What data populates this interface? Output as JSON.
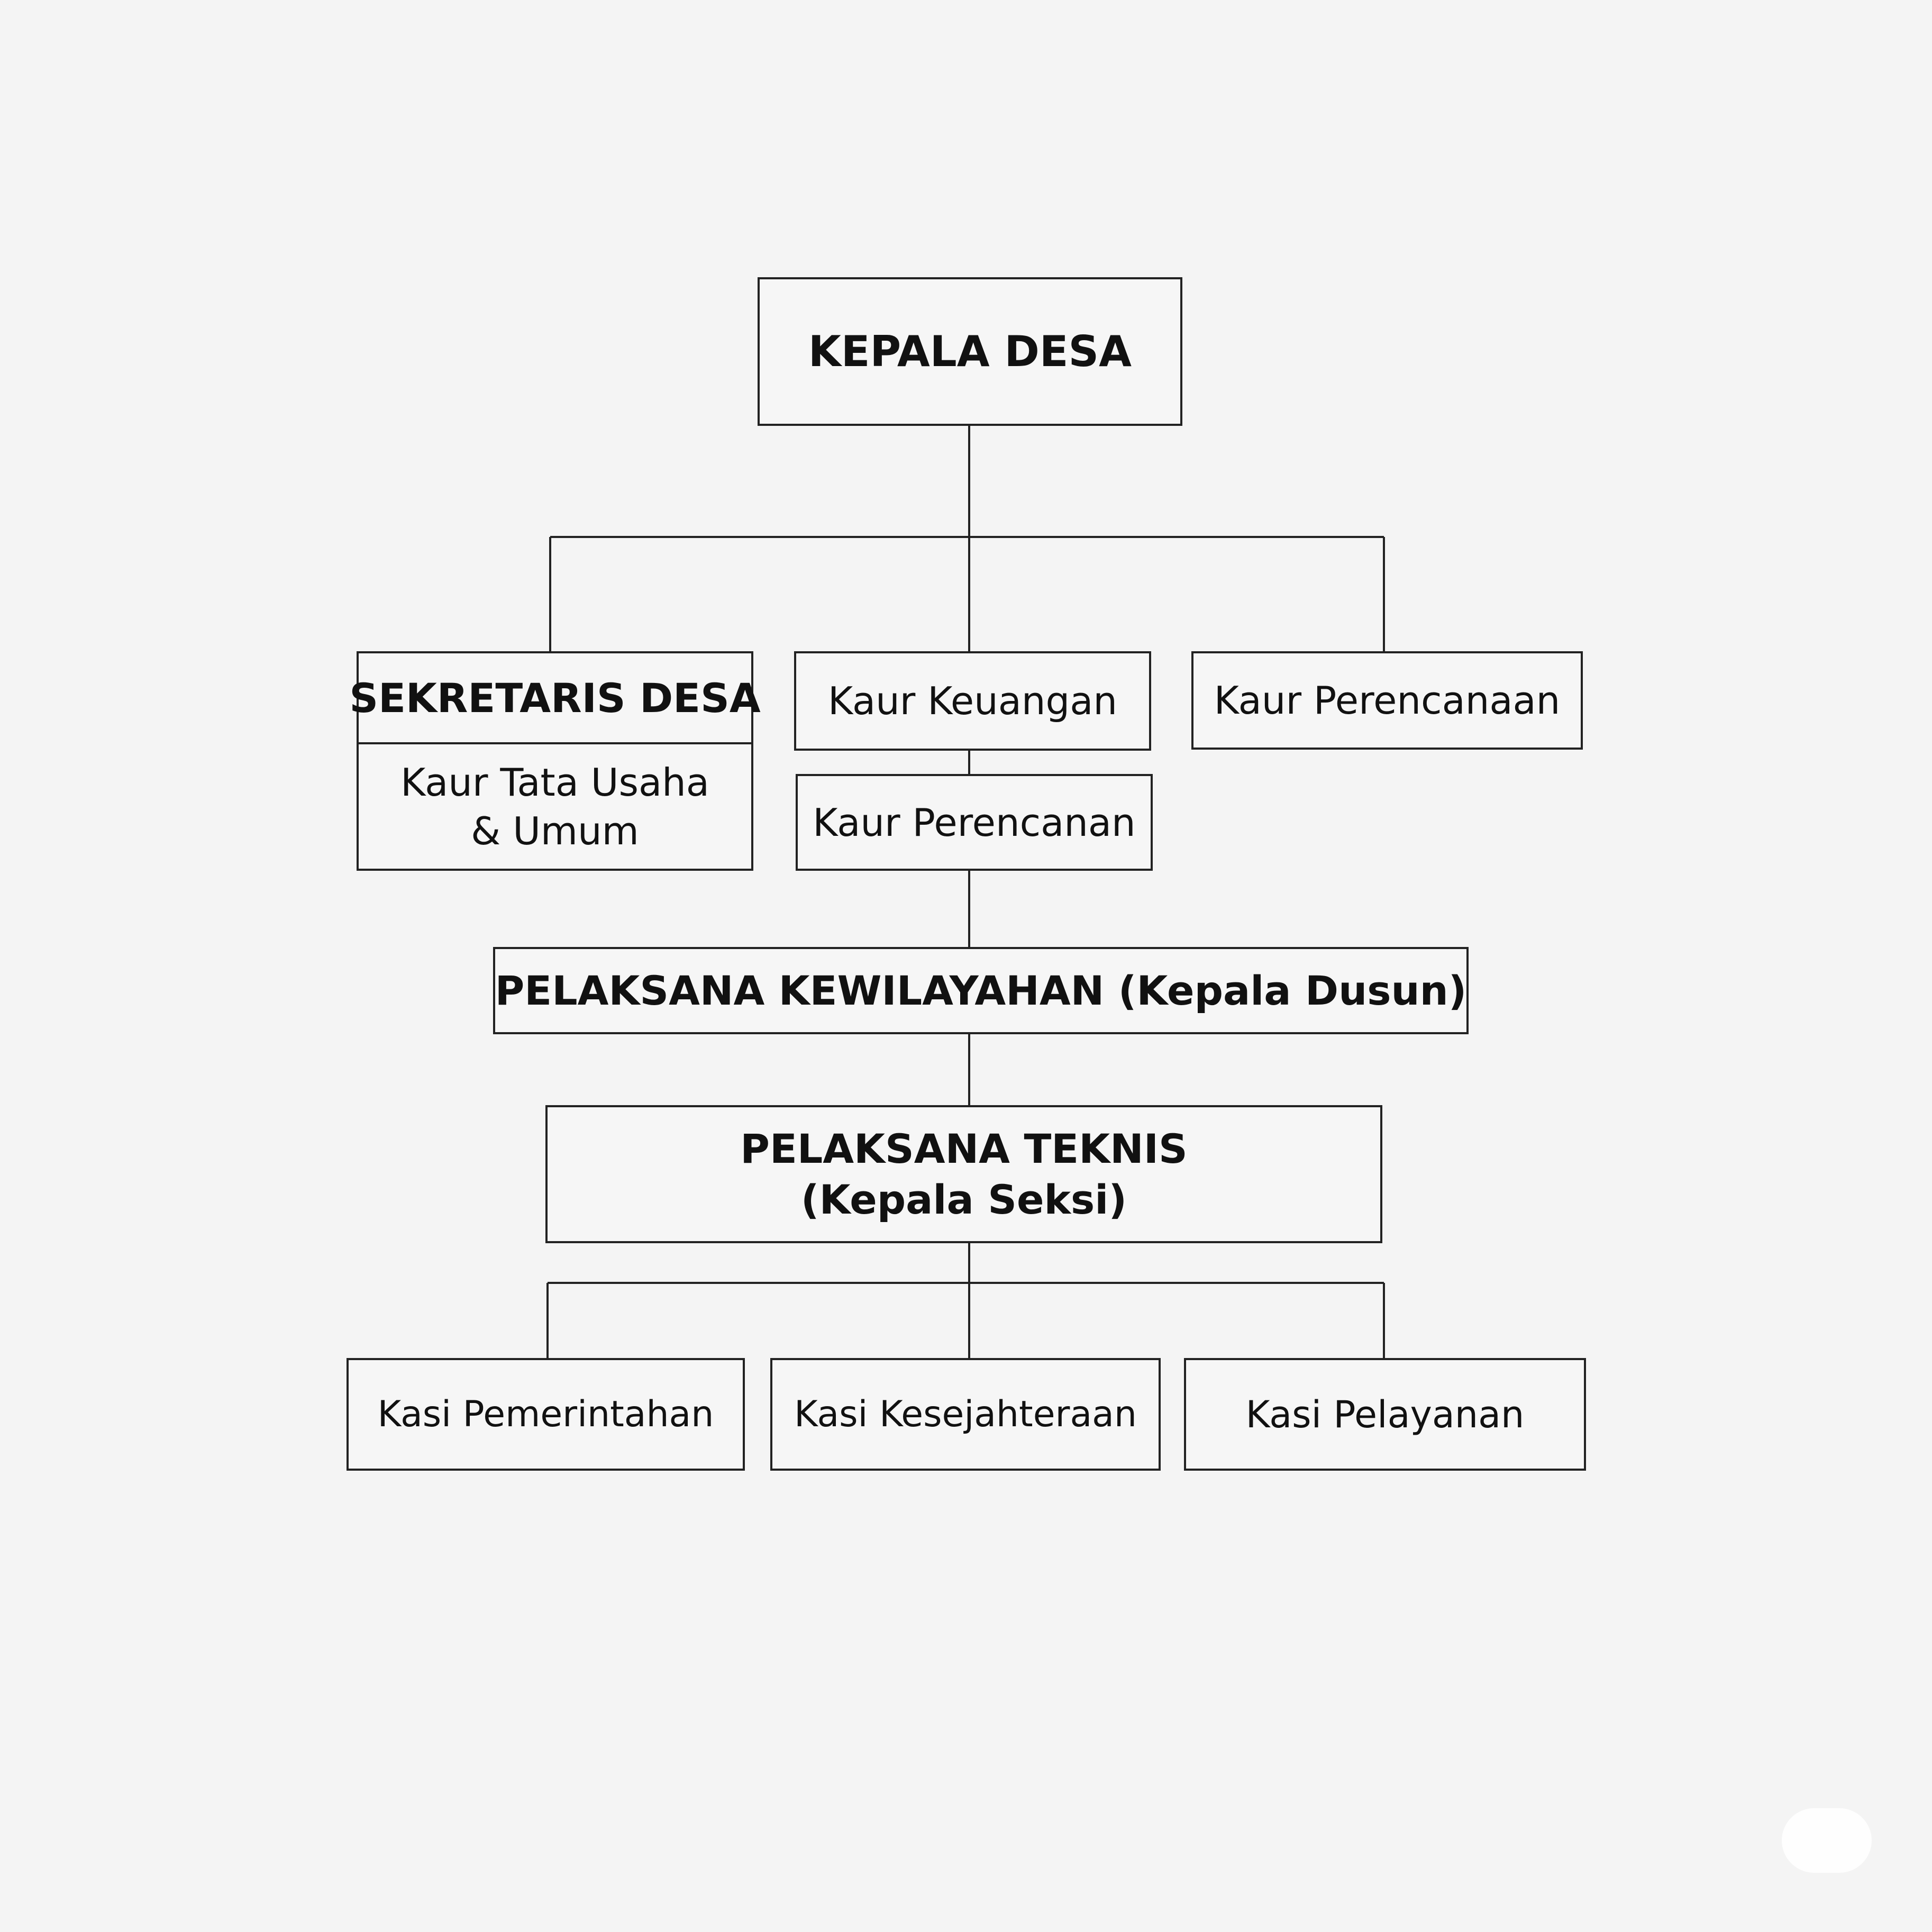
{
  "colors": {
    "background": "#f4f4f4",
    "box_fill": "#f6f6f6",
    "line": "#222222",
    "text": "#111111"
  },
  "nodes": {
    "kepala_desa": "KEPALA DESA",
    "sekretaris_desa": "SEKRETARIS DESA",
    "kaur_tata_usaha_line1": "Kaur Tata Usaha",
    "kaur_tata_usaha_line2": "& Umum",
    "kaur_keuangan": "Kaur Keuangan",
    "kaur_perencanaan_mid": "Kaur Perencanan",
    "kaur_perencanaan_right": "Kaur Perencanaan",
    "pelaksana_kewilayahan": "PELAKSANA KEWILAYAHAN (Kepala Dusun)",
    "pelaksana_teknis_line1": "PELAKSANA TEKNIS",
    "pelaksana_teknis_line2": "(Kepala Seksi)",
    "kasi_pemerintahan": "Kasi Pemerintahan",
    "kasi_kesejahteraan": "Kasi Kesejahteraan",
    "kasi_pelayanan": "Kasi Pelayanan"
  },
  "watermark": {
    "icon": "ai-badge-icon"
  }
}
